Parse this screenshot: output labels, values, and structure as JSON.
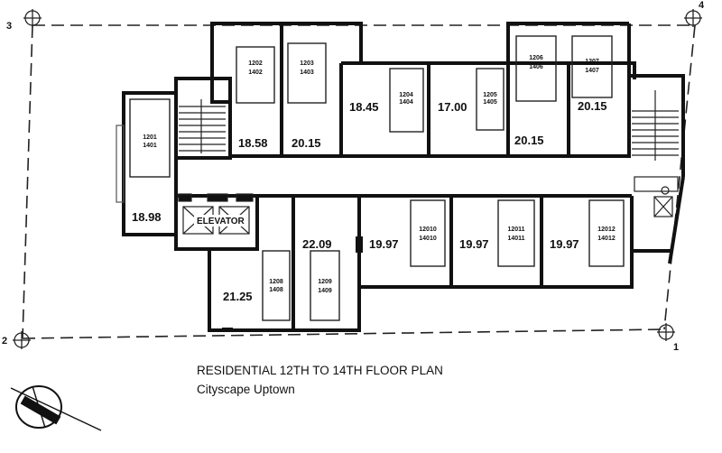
{
  "caption": {
    "title": "RESIDENTIAL  12TH TO 14TH FLOOR PLAN",
    "subtitle": "Cityscape Uptown"
  },
  "grid_labels": [
    "1",
    "2",
    "3",
    "4"
  ],
  "elevator_label": "ELEVATOR",
  "units": [
    {
      "id": "u1201",
      "line1": "1201",
      "line2": "1401",
      "area": "18.98"
    },
    {
      "id": "u1202",
      "line1": "1202",
      "line2": "1402",
      "area": "18.58"
    },
    {
      "id": "u1203",
      "line1": "1203",
      "line2": "1403",
      "area": "20.15"
    },
    {
      "id": "u1204",
      "line1": "1204",
      "line2": "1404",
      "area": "18.45"
    },
    {
      "id": "u1205",
      "line1": "1205",
      "line2": "1405",
      "area": "17.00"
    },
    {
      "id": "u1206",
      "line1": "1206",
      "line2": "1406",
      "area": "20.15"
    },
    {
      "id": "u1207",
      "line1": "1207",
      "line2": "1407",
      "area": "20.15"
    },
    {
      "id": "u1208",
      "line1": "1208",
      "line2": "1408",
      "area": "21.25"
    },
    {
      "id": "u1209",
      "line1": "1209",
      "line2": "1409",
      "area": "22.09"
    },
    {
      "id": "u12010",
      "line1": "12010",
      "line2": "14010",
      "area": "19.97"
    },
    {
      "id": "u12011",
      "line1": "12011",
      "line2": "14011",
      "area": "19.97"
    },
    {
      "id": "u12012",
      "line1": "12012",
      "line2": "14012",
      "area": "19.97"
    }
  ]
}
